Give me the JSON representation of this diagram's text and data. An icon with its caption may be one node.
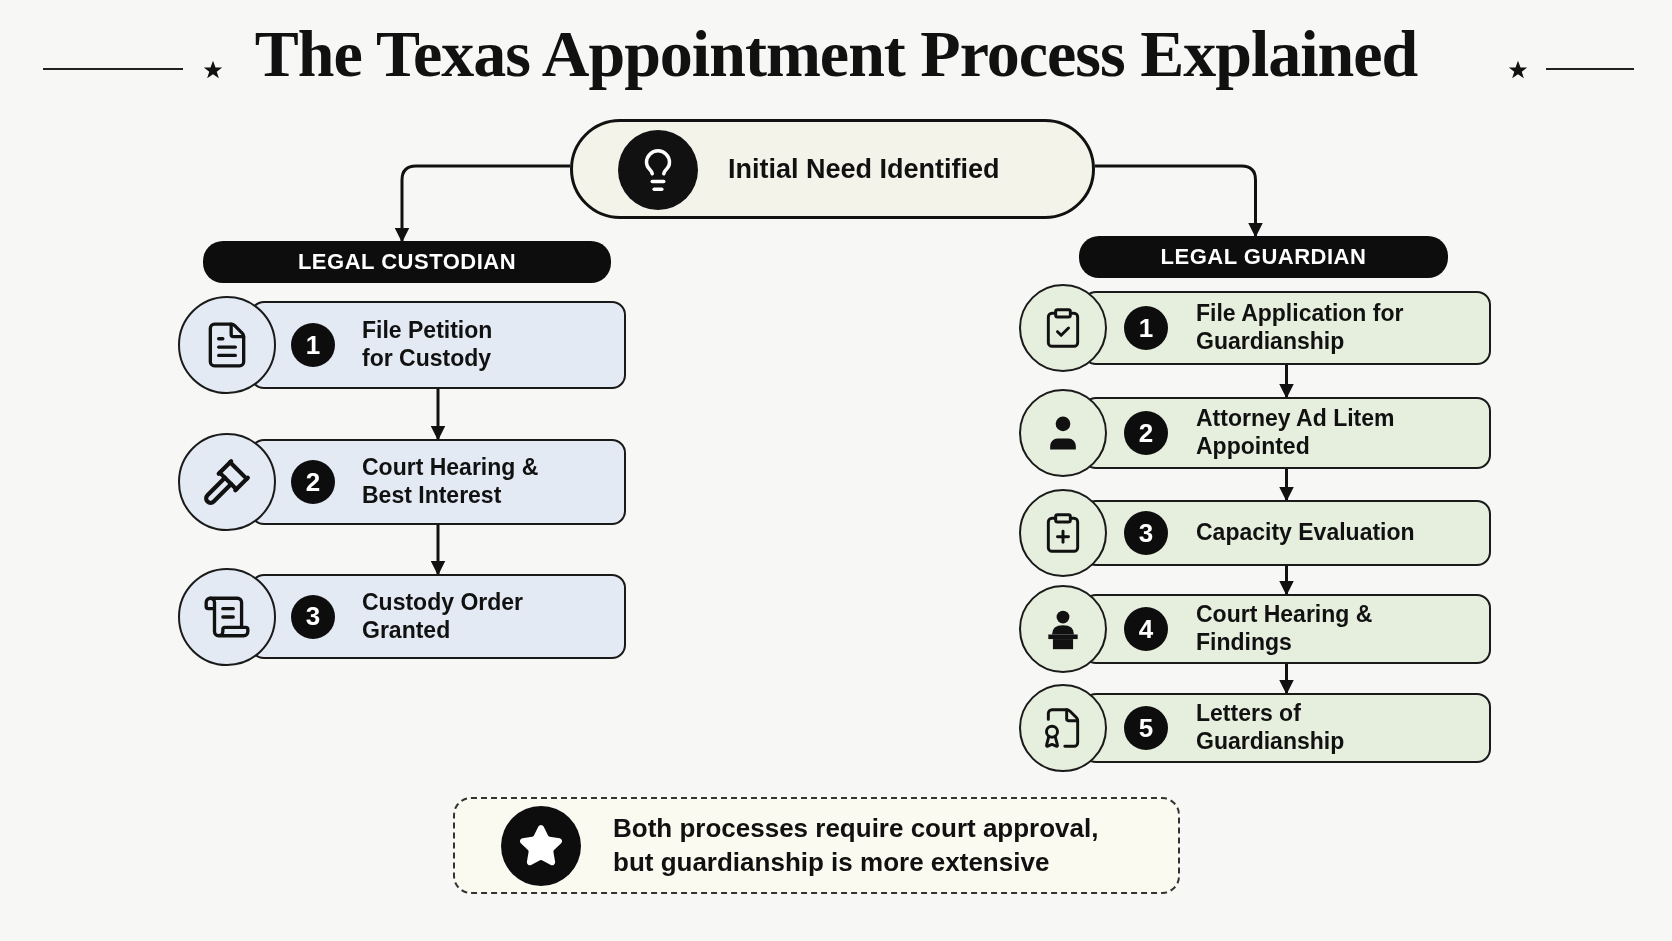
{
  "diagram": {
    "title": "The Texas Appointment Process Explained",
    "nodes": [
      {
        "text": [
          "Initial Need Identified"
        ]
      },
      {
        "text": [
          "LEGAL CUSTODIAN"
        ]
      },
      {
        "text": [
          "1",
          "File Petition for Custody"
        ]
      },
      {
        "text": [
          "2",
          "Court Hearing & Best Interest"
        ]
      },
      {
        "text": [
          "3",
          "Custody Order Granted"
        ]
      },
      {
        "text": [
          "LEGAL GUARDIAN"
        ]
      },
      {
        "text": [
          "1",
          "File Application for Guardianship"
        ]
      },
      {
        "text": [
          "2",
          "Attorney Ad Litem Appointed"
        ]
      },
      {
        "text": [
          "3",
          "Capacity Evaluation"
        ]
      },
      {
        "text": [
          "4",
          "Court Hearing & Findings"
        ]
      },
      {
        "text": [
          "5",
          "Letters of Guardianship"
        ]
      },
      {
        "text": [
          "Both processes require court approval, but guardianship is more extensive"
        ]
      }
    ],
    "edges": [
      {
        "from": 0,
        "to": 1,
        "arrow": "to"
      },
      {
        "from": 0,
        "to": 5,
        "arrow": "to"
      },
      {
        "from": 2,
        "to": 3,
        "arrow": "to"
      },
      {
        "from": 3,
        "to": 4,
        "arrow": "to"
      },
      {
        "from": 6,
        "to": 7,
        "arrow": "to"
      },
      {
        "from": 7,
        "to": 8,
        "arrow": "to"
      },
      {
        "from": 8,
        "to": 9,
        "arrow": "to"
      },
      {
        "from": 9,
        "to": 10,
        "arrow": "to"
      }
    ]
  }
}
